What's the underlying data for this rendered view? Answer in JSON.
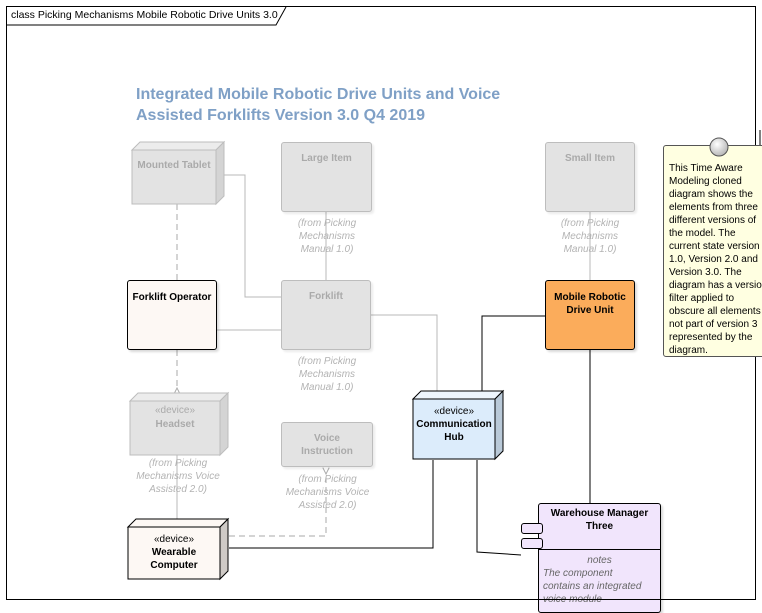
{
  "frame": {
    "label": "class Picking Mechanisms Mobile Robotic Drive Units 3.0"
  },
  "title": {
    "line1": "Integrated Mobile Robotic Drive Units and Voice",
    "line2": "Assisted Forklifts Version 3.0 Q4 2019"
  },
  "colors": {
    "title": "#7fa0c6",
    "grey_fill": "#e3e3e3",
    "operator_fill": "#fdf8f4",
    "hub_fill": "#dcecfb",
    "robot_fill": "#fbac5b",
    "manager_fill": "#f1e5fc",
    "note_fill": "#ffffe1"
  },
  "elements": {
    "mounted_tablet": {
      "name": "Mounted Tablet"
    },
    "large_item": {
      "name": "Large Item",
      "from": [
        "(from Picking",
        "Mechanisms",
        "Manual 1.0)"
      ]
    },
    "small_item": {
      "name": "Small Item",
      "from": [
        "(from Picking",
        "Mechanisms",
        "Manual 1.0)"
      ]
    },
    "forklift_operator": {
      "name": "Forklift Operator"
    },
    "forklift": {
      "name": "Forklift",
      "from": [
        "(from Picking",
        "Mechanisms",
        "Manual 1.0)"
      ]
    },
    "mobile_robotic_drive_unit": {
      "name": "Mobile Robotic",
      "name2": "Drive Unit"
    },
    "headset": {
      "stereotype": "«device»",
      "name": "Headset",
      "from": [
        "(from Picking",
        "Mechanisms Voice",
        "Assisted 2.0)"
      ]
    },
    "voice_instruction": {
      "name": "Voice",
      "name2": "Instruction",
      "from": [
        "(from Picking",
        "Mechanisms Voice",
        "Assisted 2.0)"
      ]
    },
    "communication_hub": {
      "stereotype": "«device»",
      "name": "Communication",
      "name2": "Hub"
    },
    "wearable_computer": {
      "stereotype": "«device»",
      "name": "Wearable",
      "name2": "Computer"
    },
    "warehouse_manager": {
      "name": "Warehouse Manager",
      "name2": "Three",
      "notes_label": "notes",
      "notes": [
        "The component",
        "contains an integrated",
        "voice module"
      ]
    }
  },
  "note": {
    "text": "This Time Aware\nModeling cloned\ndiagram shows the\nelements from three\ndifferent versions of\nthe model. The\ncurrent state version\n1.0, Version 2.0 and\nVersion 3.0. The\ndiagram has a version\nfilter applied to\nobscure all elements\nnot part of version 3\nrepresented by the\ndiagram."
  }
}
